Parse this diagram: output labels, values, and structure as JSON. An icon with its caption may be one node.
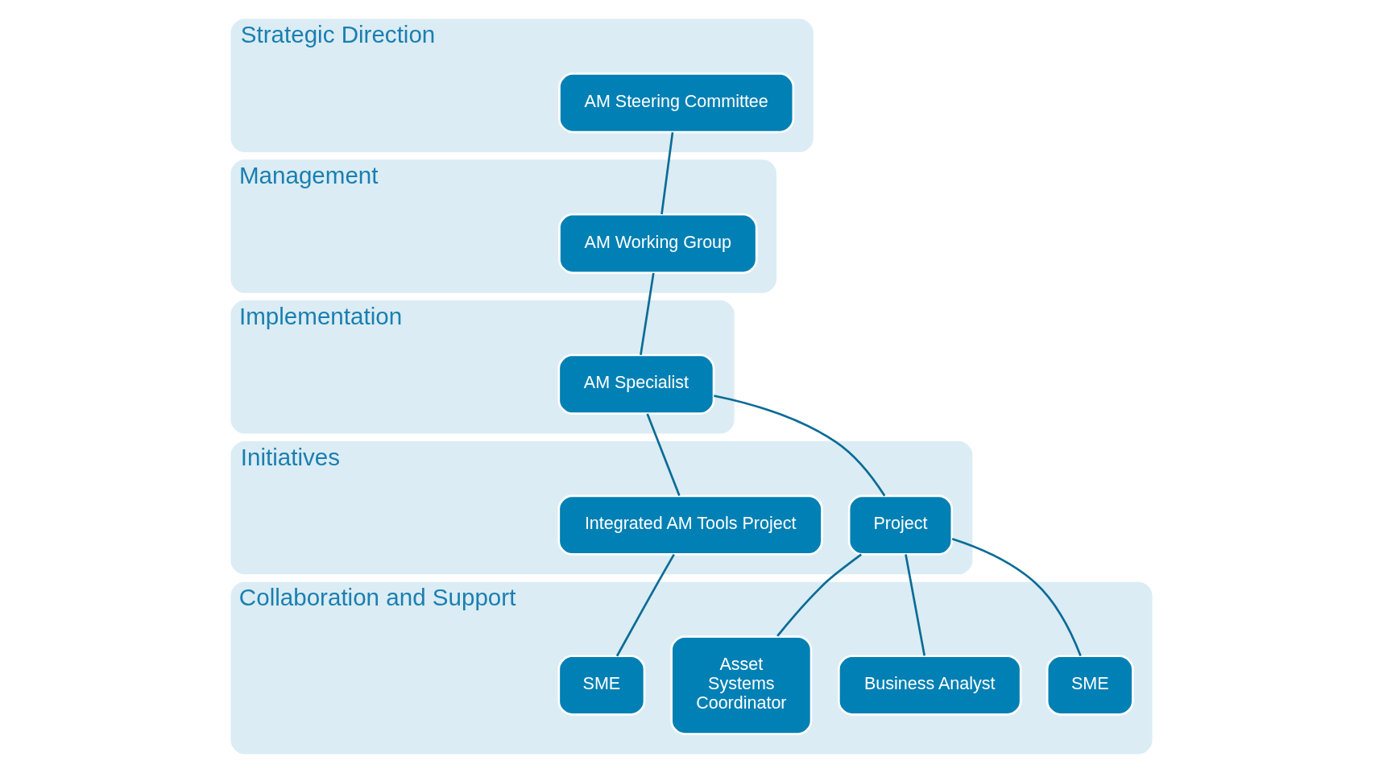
{
  "diagram": {
    "nodes": [
      {
        "text": [
          "Strategic Direction"
        ]
      },
      {
        "text": [
          "AM Steering Committee"
        ],
        "in": 0
      },
      {
        "text": [
          "Management"
        ]
      },
      {
        "text": [
          "AM Working Group"
        ],
        "in": 2
      },
      {
        "text": [
          "Implementation"
        ]
      },
      {
        "text": [
          "AM Specialist"
        ],
        "in": 4
      },
      {
        "text": [
          "Initiatives"
        ]
      },
      {
        "text": [
          "Integrated AM Tools Project"
        ],
        "in": 6
      },
      {
        "text": [
          "Project"
        ],
        "in": 6
      },
      {
        "text": [
          "Collaboration and Support"
        ]
      },
      {
        "text": [
          "SME"
        ],
        "in": 9
      },
      {
        "text": [
          "Asset Systems Coordinator"
        ],
        "in": 9
      },
      {
        "text": [
          "Business Analyst"
        ],
        "in": 9
      },
      {
        "text": [
          "SME"
        ],
        "in": 9
      }
    ],
    "edges": [
      {
        "from": 1,
        "to": 3,
        "arrow": "none"
      },
      {
        "from": 3,
        "to": 5,
        "arrow": "none"
      },
      {
        "from": 5,
        "to": 7,
        "arrow": "none"
      },
      {
        "from": 5,
        "to": 8,
        "arrow": "none"
      },
      {
        "from": 7,
        "to": 10,
        "arrow": "none"
      },
      {
        "from": 8,
        "to": 11,
        "arrow": "none"
      },
      {
        "from": 8,
        "to": 12,
        "arrow": "none"
      },
      {
        "from": 8,
        "to": 13,
        "arrow": "none"
      }
    ]
  }
}
